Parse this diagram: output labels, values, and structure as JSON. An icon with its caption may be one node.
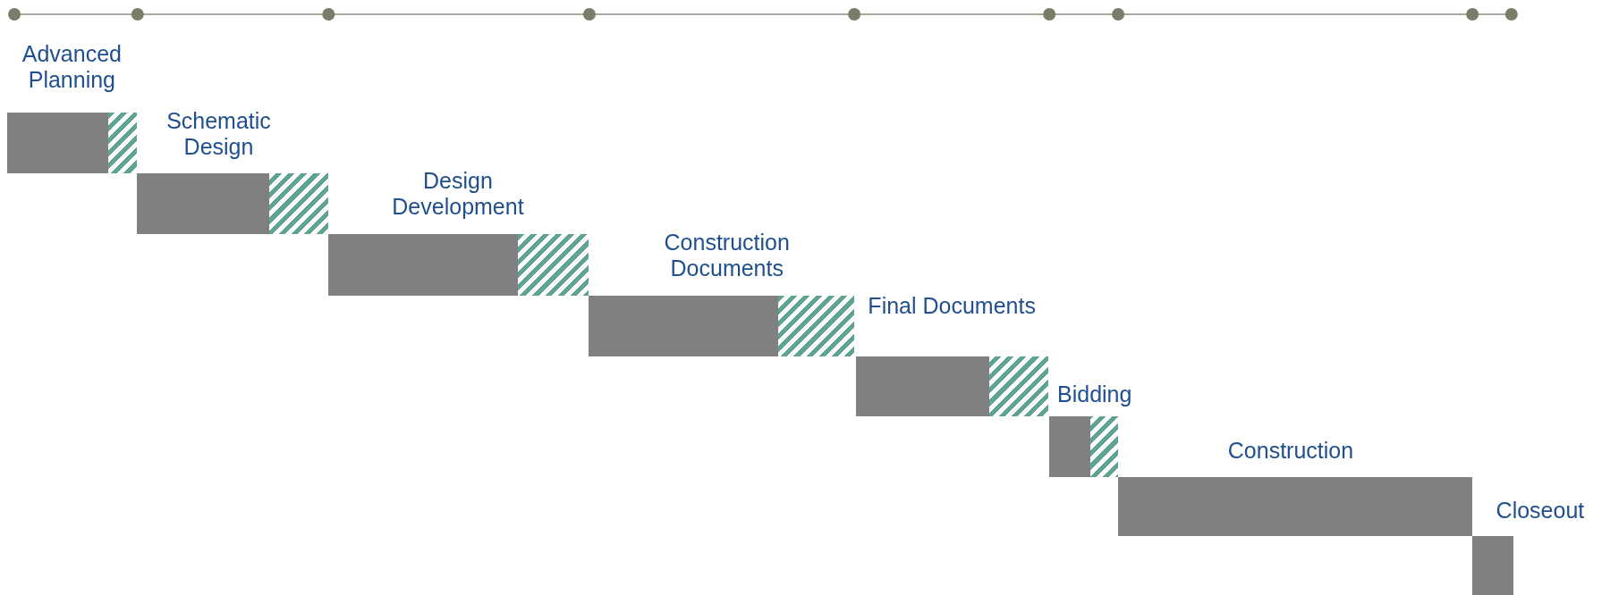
{
  "diagram": {
    "nodes": [
      {
        "text": [
          "Advanced Planning"
        ]
      },
      {
        "text": [
          "Schematic Design"
        ]
      },
      {
        "text": [
          "Design Development"
        ]
      },
      {
        "text": [
          "Construction Documents"
        ]
      },
      {
        "text": [
          "Final Documents"
        ]
      },
      {
        "text": [
          "Bidding"
        ]
      },
      {
        "text": [
          "Construction"
        ]
      },
      {
        "text": [
          "Closeout"
        ]
      }
    ],
    "edges": []
  }
}
